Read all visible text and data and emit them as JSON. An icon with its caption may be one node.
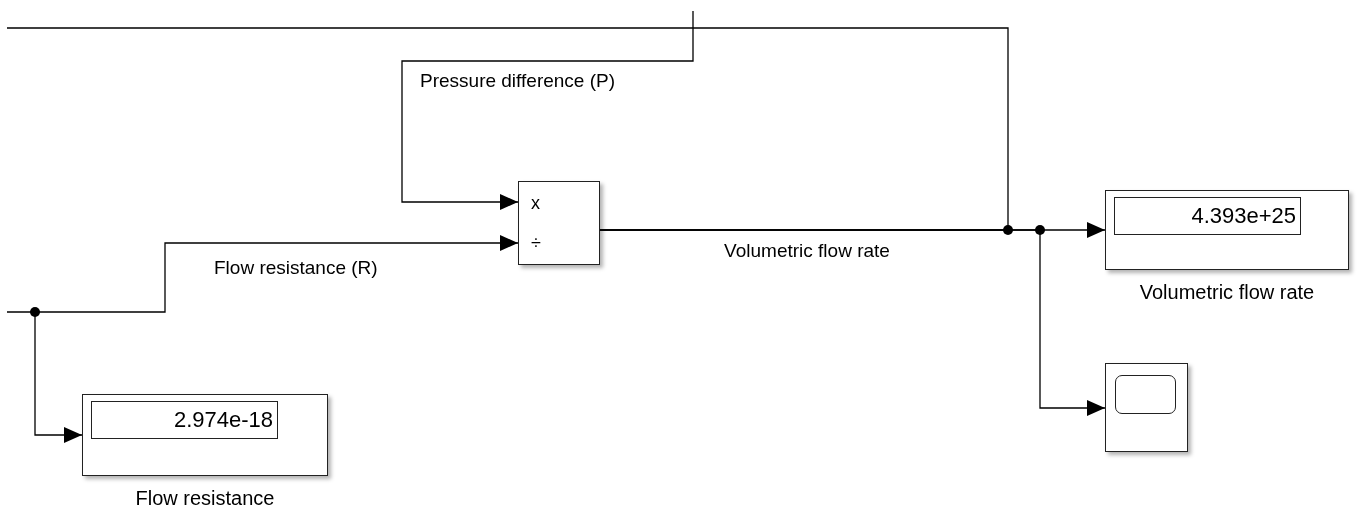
{
  "diagram": {
    "nodes": [
      {
        "text": [
          "x",
          "÷"
        ]
      },
      {
        "text": [
          "2.974e-18"
        ],
        "beside": [
          "Flow resistance"
        ]
      },
      {
        "text": [
          "4.393e+25"
        ],
        "beside": [
          "Volumetric flow rate"
        ]
      },
      {
        "text": [],
        "shape": "box"
      }
    ],
    "edges": [
      {
        "from": null,
        "to": 0,
        "arrow": "to",
        "label": "Pressure difference (P)"
      },
      {
        "from": null,
        "to": 0,
        "arrow": "to",
        "label": "Flow resistance (R)"
      },
      {
        "from": null,
        "to": 1,
        "arrow": "to"
      },
      {
        "from": 0,
        "to": 2,
        "arrow": "to",
        "label": "Volumetric flow rate"
      },
      {
        "from": 0,
        "to": 3,
        "arrow": "to"
      },
      {
        "from": 0,
        "to": null,
        "arrow": "none"
      }
    ]
  }
}
